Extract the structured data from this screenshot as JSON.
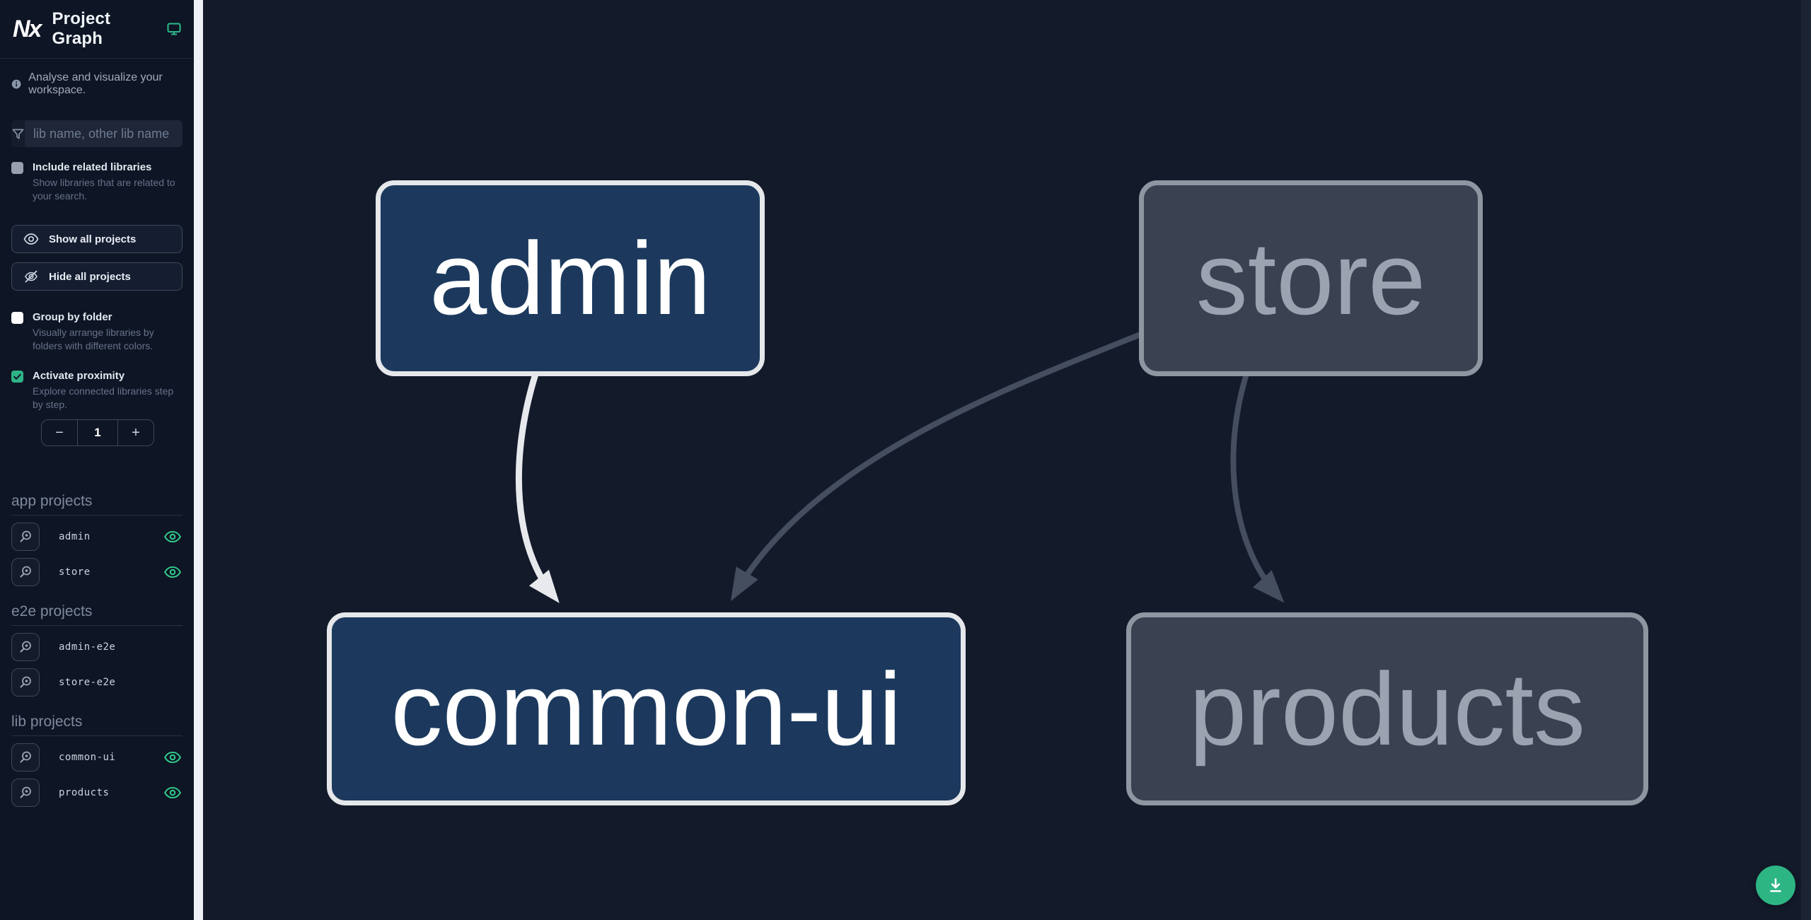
{
  "header": {
    "logo_text": "Nx",
    "title": "Project Graph"
  },
  "sidebar": {
    "tagline": "Analyse and visualize your workspace.",
    "filter_placeholder": "lib name, other lib name",
    "include_related": {
      "label": "Include related libraries",
      "description": "Show libraries that are related to your search.",
      "checked": false
    },
    "show_all_label": "Show all projects",
    "hide_all_label": "Hide all projects",
    "group_by_folder": {
      "label": "Group by folder",
      "description": "Visually arrange libraries by folders with different colors.",
      "checked": false
    },
    "activate_proximity": {
      "label": "Activate proximity",
      "description": "Explore connected libraries step by step.",
      "checked": true
    },
    "proximity_stepper": {
      "decrement": "−",
      "value": "1",
      "increment": "+"
    },
    "sections": [
      {
        "title": "app projects",
        "items": [
          {
            "name": "admin",
            "visible": true
          },
          {
            "name": "store",
            "visible": true
          }
        ]
      },
      {
        "title": "e2e projects",
        "items": [
          {
            "name": "admin-e2e",
            "visible": false
          },
          {
            "name": "store-e2e",
            "visible": false
          }
        ]
      },
      {
        "title": "lib projects",
        "items": [
          {
            "name": "common-ui",
            "visible": true
          },
          {
            "name": "products",
            "visible": true
          }
        ]
      }
    ]
  },
  "graph": {
    "nodes": [
      {
        "id": "admin",
        "label": "admin",
        "emphasis": "highlighted"
      },
      {
        "id": "store",
        "label": "store",
        "emphasis": "dimmed"
      },
      {
        "id": "common-ui",
        "label": "common-ui",
        "emphasis": "highlighted"
      },
      {
        "id": "products",
        "label": "products",
        "emphasis": "dimmed"
      }
    ],
    "edges": [
      {
        "source": "admin",
        "target": "common-ui",
        "emphasis": "highlighted"
      },
      {
        "source": "store",
        "target": "common-ui",
        "emphasis": "dimmed"
      },
      {
        "source": "store",
        "target": "products",
        "emphasis": "dimmed"
      }
    ]
  },
  "fab": {
    "icon": "download"
  },
  "colors": {
    "accent_teal": "#2fb487",
    "eye_green": "#31d08e",
    "node_highlighted_fill": "#1c395d",
    "node_highlighted_border": "#e5e7ea",
    "node_dimmed_fill": "#3a4150",
    "node_dimmed_border": "#8f96a2",
    "edge_highlighted": "#e7e9ec",
    "edge_dimmed": "#454e5f",
    "sidebar_bg": "#0e1524",
    "canvas_bg": "#131a2a"
  }
}
